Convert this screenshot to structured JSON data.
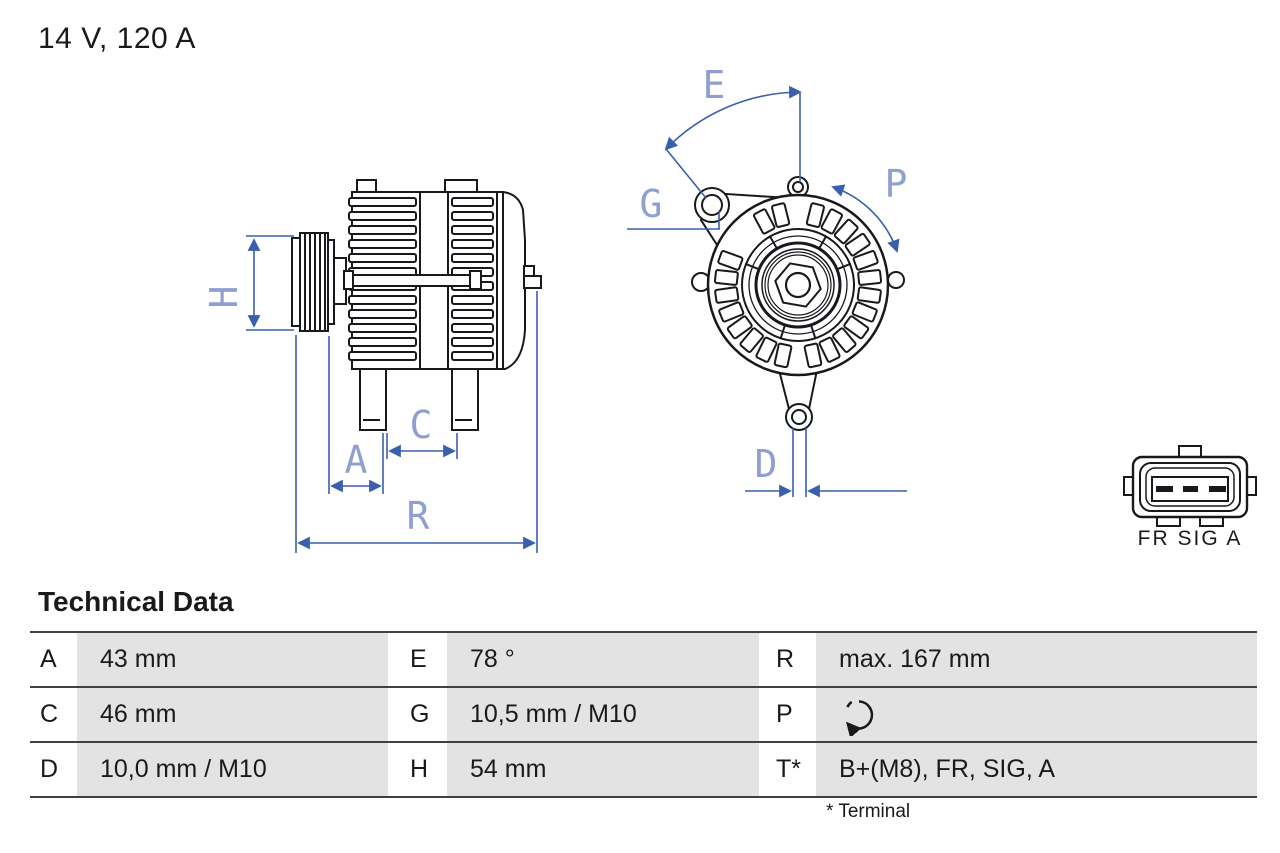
{
  "product": {
    "rating": "14 V, 120 A"
  },
  "diagram": {
    "labels": {
      "H": "H",
      "A": "A",
      "C": "C",
      "R": "R",
      "E": "E",
      "G": "G",
      "P": "P",
      "D": "D"
    },
    "connector_label": "FR SIG A"
  },
  "technical_data": {
    "title": "Technical Data",
    "rows": [
      {
        "c1": {
          "key": "A",
          "value": "43 mm"
        },
        "c2": {
          "key": "E",
          "value": "78 °"
        },
        "c3": {
          "key": "R",
          "value": "max. 167 mm"
        }
      },
      {
        "c1": {
          "key": "C",
          "value": "46 mm"
        },
        "c2": {
          "key": "G",
          "value": "10,5 mm / M10"
        },
        "c3": {
          "key": "P",
          "icon": "clockwise-rotation-icon"
        }
      },
      {
        "c1": {
          "key": "D",
          "value": "10,0 mm / M10"
        },
        "c2": {
          "key": "H",
          "value": "54 mm"
        },
        "c3": {
          "key": "T*",
          "value": "B+(M8), FR, SIG, A"
        }
      }
    ],
    "footnote": "* Terminal"
  },
  "colors": {
    "dimension_line": "#3a5fad",
    "dimension_label": "#8fa0d0",
    "drawing_line": "#17191d",
    "table_cell_bg": "#e3e3e3",
    "table_border": "#404040"
  }
}
